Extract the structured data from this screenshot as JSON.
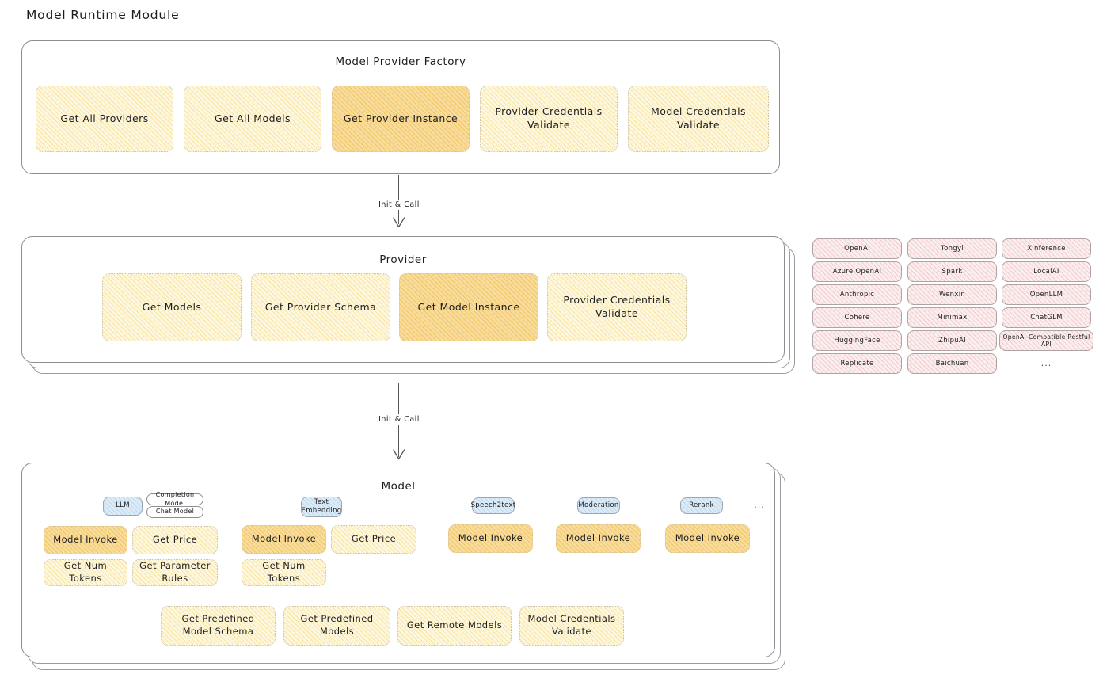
{
  "page": {
    "title": "Model Runtime Module"
  },
  "connectors": [
    {
      "label": "Init & Call"
    },
    {
      "label": "Init & Call"
    }
  ],
  "factory": {
    "title": "Model Provider Factory",
    "items": [
      {
        "label": "Get All Providers",
        "highlight": false
      },
      {
        "label": "Get All Models",
        "highlight": false
      },
      {
        "label": "Get Provider Instance",
        "highlight": true
      },
      {
        "label": "Provider Credentials Validate",
        "highlight": false
      },
      {
        "label": "Model Credentials Validate",
        "highlight": false
      }
    ]
  },
  "provider": {
    "title": "Provider",
    "items": [
      {
        "label": "Get Models",
        "highlight": false
      },
      {
        "label": "Get Provider Schema",
        "highlight": false
      },
      {
        "label": "Get Model Instance",
        "highlight": true
      },
      {
        "label": "Provider Credentials Validate",
        "highlight": false
      }
    ]
  },
  "provider_list": {
    "columns": [
      [
        "OpenAI",
        "Azure OpenAI",
        "Anthropic",
        "Cohere",
        "HuggingFace",
        "Replicate"
      ],
      [
        "Tongyi",
        "Spark",
        "Wenxin",
        "Minimax",
        "ZhipuAI",
        "Baichuan"
      ],
      [
        "Xinference",
        "LocalAI",
        "OpenLLM",
        "ChatGLM",
        "OpenAI-Compatible Restful API"
      ]
    ],
    "more": "..."
  },
  "model": {
    "title": "Model",
    "more": "...",
    "types": [
      {
        "name": "LLM",
        "subtypes": [
          "Completion Model",
          "Chat Model"
        ],
        "methods": [
          {
            "label": "Model Invoke",
            "highlight": true
          },
          {
            "label": "Get Price",
            "highlight": false
          },
          {
            "label": "Get Num Tokens",
            "highlight": false
          },
          {
            "label": "Get Parameter Rules",
            "highlight": false
          }
        ]
      },
      {
        "name": "Text Embedding",
        "subtypes": [],
        "methods": [
          {
            "label": "Model Invoke",
            "highlight": true
          },
          {
            "label": "Get Price",
            "highlight": false
          },
          {
            "label": "Get Num Tokens",
            "highlight": false
          }
        ]
      },
      {
        "name": "Speech2text",
        "subtypes": [],
        "methods": [
          {
            "label": "Model Invoke",
            "highlight": true
          }
        ]
      },
      {
        "name": "Moderation",
        "subtypes": [],
        "methods": [
          {
            "label": "Model Invoke",
            "highlight": true
          }
        ]
      },
      {
        "name": "Rerank",
        "subtypes": [],
        "methods": [
          {
            "label": "Model Invoke",
            "highlight": true
          }
        ]
      }
    ],
    "common_methods": [
      {
        "label": "Get Predefined Model Schema"
      },
      {
        "label": "Get Predefined Models"
      },
      {
        "label": "Get Remote Models"
      },
      {
        "label": "Model Credentials Validate"
      }
    ]
  }
}
